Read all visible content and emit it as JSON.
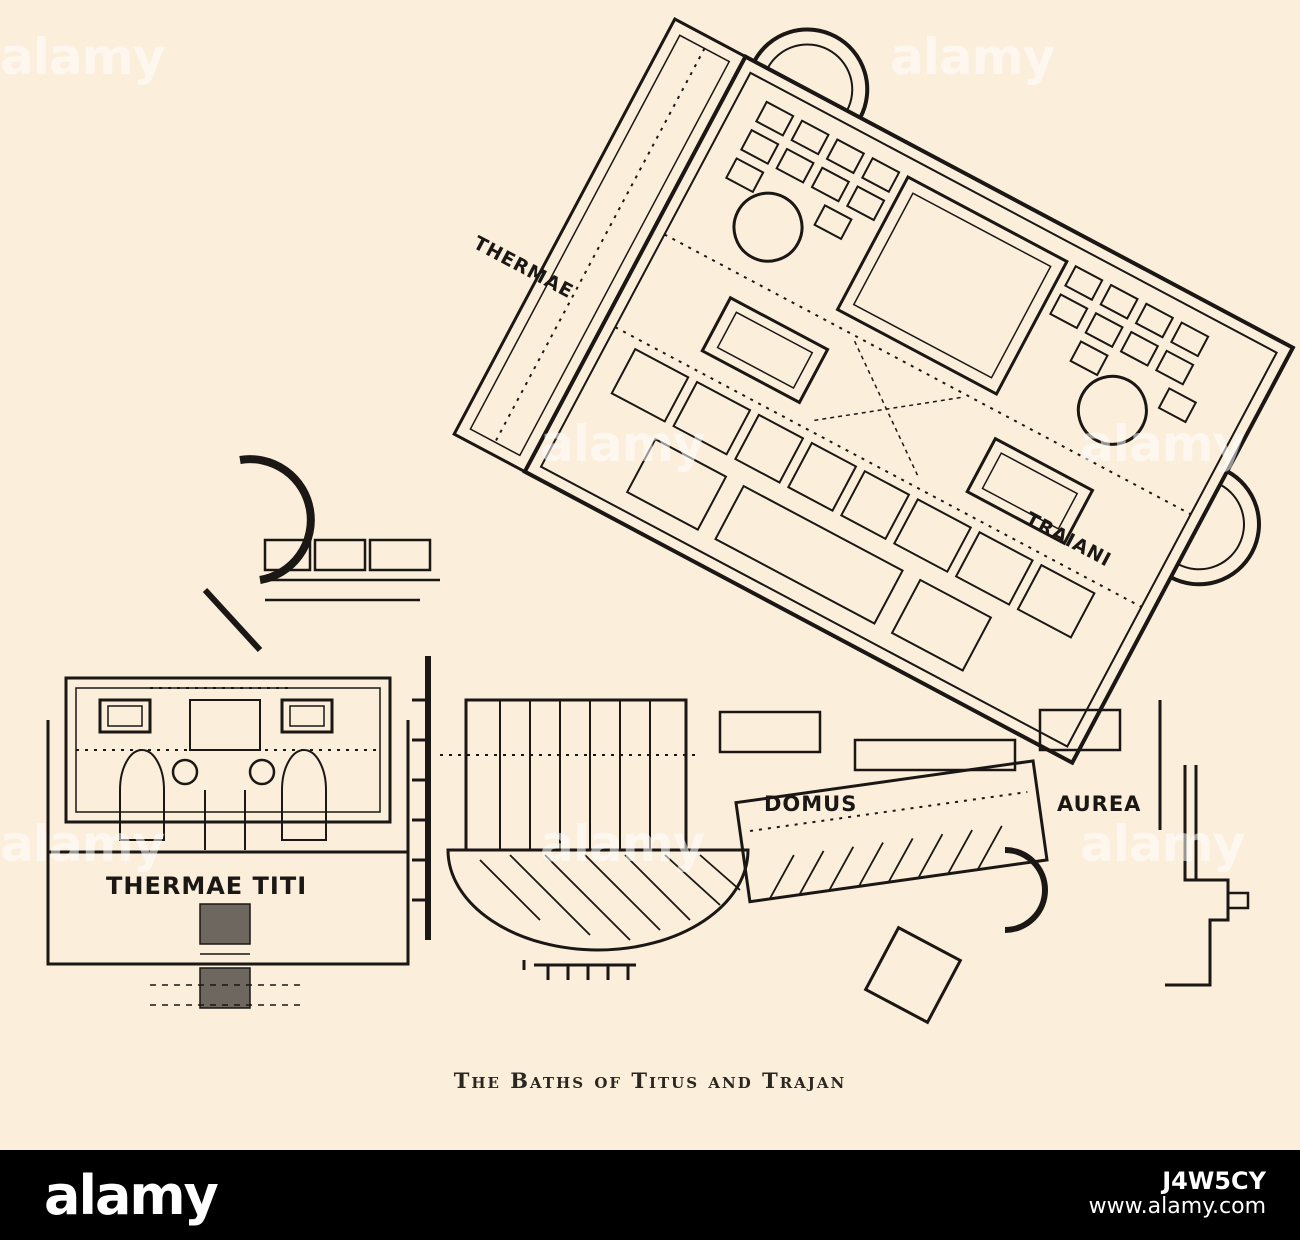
{
  "plan": {
    "labels": {
      "thermae": "THERMAE",
      "traiani": "TRAIANI",
      "domus": "DOMUS",
      "aurea": "AUREA",
      "thermae_titi": "THERMAE TITI"
    },
    "caption": "The Baths of Titus and Trajan"
  },
  "watermark": {
    "text": "alamy"
  },
  "footer": {
    "logo": "alamy",
    "image_id": "J4W5CY",
    "url": "www.alamy.com"
  },
  "colors": {
    "paper": "#fbeedb",
    "ink": "#1a1714",
    "footer": "#000000"
  }
}
